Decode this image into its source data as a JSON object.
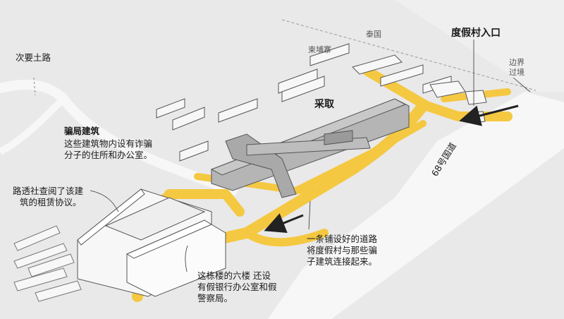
{
  "labels": {
    "thailand": "泰国",
    "cambodia": "柬埔寨",
    "resort_entrance": "度假村入口",
    "border_crossing": [
      "边界",
      "过境"
    ],
    "secondary_dirt_road": "次要土路",
    "highway": "68号国道",
    "seized": "采取",
    "scam_buildings_title": "骗局建筑",
    "scam_buildings_desc": [
      "这些建筑物内设有诈骗",
      "分子的住所和办公室。"
    ],
    "reuters_lease": [
      "路透社查阅了该建",
      "筑的租赁协议。"
    ],
    "paved_road": [
      "一条铺设好的道路",
      "将度假村与那些骗",
      "子建筑连接起来。"
    ],
    "sixth_floor": [
      "这栋楼的六楼 还设",
      "有假银行办公室和假",
      "警察局。"
    ]
  },
  "colors": {
    "background": "#e9e9e9",
    "road": "#f5c842",
    "building_light": "#f7f7f7",
    "building_seized": "#b5b5b5",
    "outline": "#555555",
    "text": "#1a1a1a",
    "arrow": "#222222"
  }
}
